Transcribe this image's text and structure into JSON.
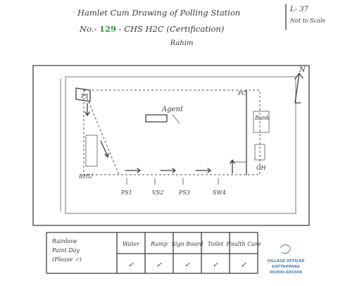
{
  "header": {
    "title_line1": "Hamlet  Cum  Drawing  of  Polling  Station",
    "title_line2_prefix": "No.-",
    "station_number": "129",
    "title_line2_suffix": "-  CHS H2C (Certification)",
    "title_line3": "Rahim",
    "scale_line1": "L- 37",
    "scale_line2": "Not to Scale"
  },
  "map": {
    "booth_label": "Agent",
    "north_label": "N",
    "tag_top_left": "P3",
    "tag_top_right": "PC",
    "tag_left": "BHU",
    "tag_right_top": "Bank",
    "tag_right_bottom": "OH",
    "stations": [
      "PS1",
      "VS2",
      "PS3",
      "SW4"
    ]
  },
  "legend": {
    "row_label_line1": "Rainbow",
    "row_label_line2": "Paint Day",
    "row_label_line3": "(Please ✓)",
    "columns": [
      "Water",
      "Ramp",
      "Sign Board",
      "Toilet",
      "Health Care"
    ],
    "ticks": [
      "✓",
      "✓",
      "✓",
      "✓",
      "✓"
    ]
  },
  "stamp": {
    "line1": "VILLAGE OFFICER",
    "line2": "KATTAPPANA",
    "line3": "IDUKKI-685508"
  },
  "colors": {
    "ink": "#3e3e3e",
    "highlight": "#2f8f3a",
    "stamp": "#4a7fb5"
  }
}
